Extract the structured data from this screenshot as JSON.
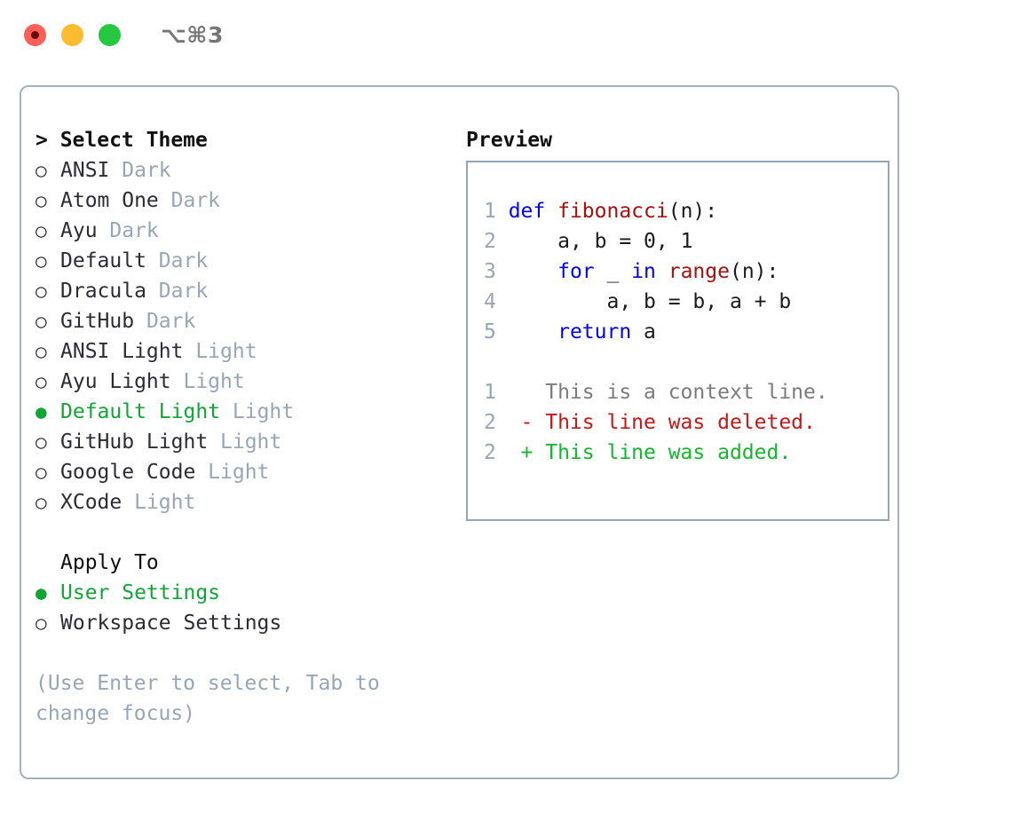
{
  "titlebar": {
    "shortcut": "⌥⌘3",
    "lights": [
      {
        "name": "close",
        "color": "#fc5f58"
      },
      {
        "name": "minimize",
        "color": "#fcbc2d"
      },
      {
        "name": "maximize",
        "color": "#26c83f"
      }
    ]
  },
  "theme_panel": {
    "heading": "> Select Theme",
    "selected_marker": "●",
    "unselected_marker": "○",
    "themes": [
      {
        "name": "ANSI",
        "kind": "Dark",
        "selected": false
      },
      {
        "name": "Atom One",
        "kind": "Dark",
        "selected": false
      },
      {
        "name": "Ayu",
        "kind": "Dark",
        "selected": false
      },
      {
        "name": "Default",
        "kind": "Dark",
        "selected": false
      },
      {
        "name": "Dracula",
        "kind": "Dark",
        "selected": false
      },
      {
        "name": "GitHub",
        "kind": "Dark",
        "selected": false
      },
      {
        "name": "ANSI Light",
        "kind": "Light",
        "selected": false
      },
      {
        "name": "Ayu Light",
        "kind": "Light",
        "selected": false
      },
      {
        "name": "Default Light",
        "kind": "Light",
        "selected": true
      },
      {
        "name": "GitHub Light",
        "kind": "Light",
        "selected": false
      },
      {
        "name": "Google Code",
        "kind": "Light",
        "selected": false
      },
      {
        "name": "XCode",
        "kind": "Light",
        "selected": false
      }
    ]
  },
  "apply_to": {
    "heading": "Apply To",
    "options": [
      {
        "label": "User Settings",
        "selected": true
      },
      {
        "label": "Workspace Settings",
        "selected": false
      }
    ]
  },
  "hint": "(Use Enter to select, Tab to change focus)",
  "preview": {
    "title": "Preview",
    "code_lines": [
      {
        "num": "1",
        "tokens": [
          {
            "t": "def ",
            "c": "kw"
          },
          {
            "t": "fibonacci",
            "c": "fn"
          },
          {
            "t": "(n):",
            "c": "plain"
          }
        ]
      },
      {
        "num": "2",
        "tokens": [
          {
            "t": "    a, b = 0, 1",
            "c": "plain"
          }
        ]
      },
      {
        "num": "3",
        "tokens": [
          {
            "t": "    ",
            "c": "plain"
          },
          {
            "t": "for",
            "c": "kw"
          },
          {
            "t": " _ ",
            "c": "plain"
          },
          {
            "t": "in ",
            "c": "kw"
          },
          {
            "t": "range",
            "c": "fn"
          },
          {
            "t": "(n):",
            "c": "plain"
          }
        ]
      },
      {
        "num": "4",
        "tokens": [
          {
            "t": "        a, b = b, a + b",
            "c": "plain"
          }
        ]
      },
      {
        "num": "5",
        "tokens": [
          {
            "t": "    ",
            "c": "plain"
          },
          {
            "t": "return",
            "c": "kw"
          },
          {
            "t": " a",
            "c": "plain"
          }
        ]
      }
    ],
    "diff_lines": [
      {
        "num": "1",
        "sign": " ",
        "text": "This is a context line.",
        "kind": "ctx"
      },
      {
        "num": "2",
        "sign": "-",
        "text": "This line was deleted.",
        "kind": "del"
      },
      {
        "num": "2",
        "sign": "+",
        "text": "This line was added.",
        "kind": "add"
      }
    ]
  },
  "colors": {
    "accent_green": "#13a438",
    "muted": "#9aa5b4",
    "keyword": "#0000ff",
    "function": "#a81010",
    "diff_add": "#13b62e",
    "diff_del": "#c61818",
    "border": "#a7b0bd"
  }
}
